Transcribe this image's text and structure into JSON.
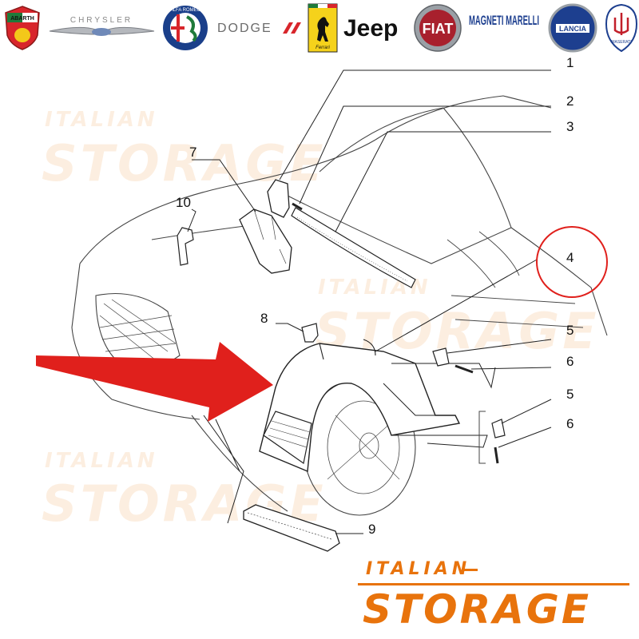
{
  "logos": [
    {
      "name": "abarth",
      "text": "ABARTH"
    },
    {
      "name": "chrysler",
      "text": "CHRYSLER"
    },
    {
      "name": "alfa-romeo",
      "text": "ALFA ROMEO"
    },
    {
      "name": "dodge",
      "text": "DODGE"
    },
    {
      "name": "ferrari",
      "text": "Ferrari"
    },
    {
      "name": "jeep",
      "text": "Jeep"
    },
    {
      "name": "fiat",
      "text": "FIAT"
    },
    {
      "name": "magneti-marelli",
      "text": "MAGNETI MARELLI"
    },
    {
      "name": "lancia",
      "text": "LANCIA"
    },
    {
      "name": "maserati",
      "text": "MASERATI"
    }
  ],
  "callouts": {
    "c1": "1",
    "c2": "2",
    "c3": "3",
    "c4": "4",
    "c5a": "5",
    "c6a": "6",
    "c5b": "5",
    "c6b": "6",
    "c7": "7",
    "c8": "8",
    "c9": "9",
    "c10": "10"
  },
  "watermark": {
    "small": "ITALIAN",
    "big": "STORAGE"
  },
  "brand": {
    "top": "ITALIAN",
    "bottom": "STORAGE"
  },
  "colors": {
    "accent": "#e8730c",
    "arrow": "#e0201c",
    "highlight_circle": "#e0201c",
    "line": "#222222"
  }
}
